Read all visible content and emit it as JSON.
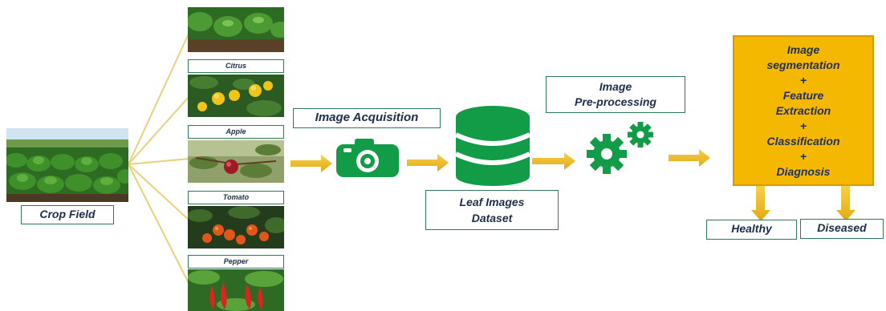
{
  "crop_field": {
    "label": "Crop Field"
  },
  "crops": [
    {
      "label": ""
    },
    {
      "label": "Citrus"
    },
    {
      "label": "Apple"
    },
    {
      "label": "Tomato"
    },
    {
      "label": "Pepper"
    }
  ],
  "steps": {
    "acquisition": "Image Acquisition",
    "dataset_line1": "Leaf Images",
    "dataset_line2": "Dataset",
    "preprocessing_line1": "Image",
    "preprocessing_line2": "Pre-processing"
  },
  "analysis_lines": [
    "Image",
    "segmentation",
    "+",
    "Feature",
    "Extraction",
    "+",
    "Classification",
    "+",
    "Diagnosis"
  ],
  "outcomes": {
    "healthy": "Healthy",
    "diseased": "Diseased"
  },
  "icons": {
    "camera": "camera-icon",
    "database": "database-icon",
    "gears": "gears-icon"
  },
  "colors": {
    "arrow": "#f0b81a",
    "connector": "#e5d27a",
    "icon_green": "#129c48",
    "analysis_box": "#f5b800",
    "label_border": "#2f7a57",
    "text": "#1c2d4a"
  }
}
